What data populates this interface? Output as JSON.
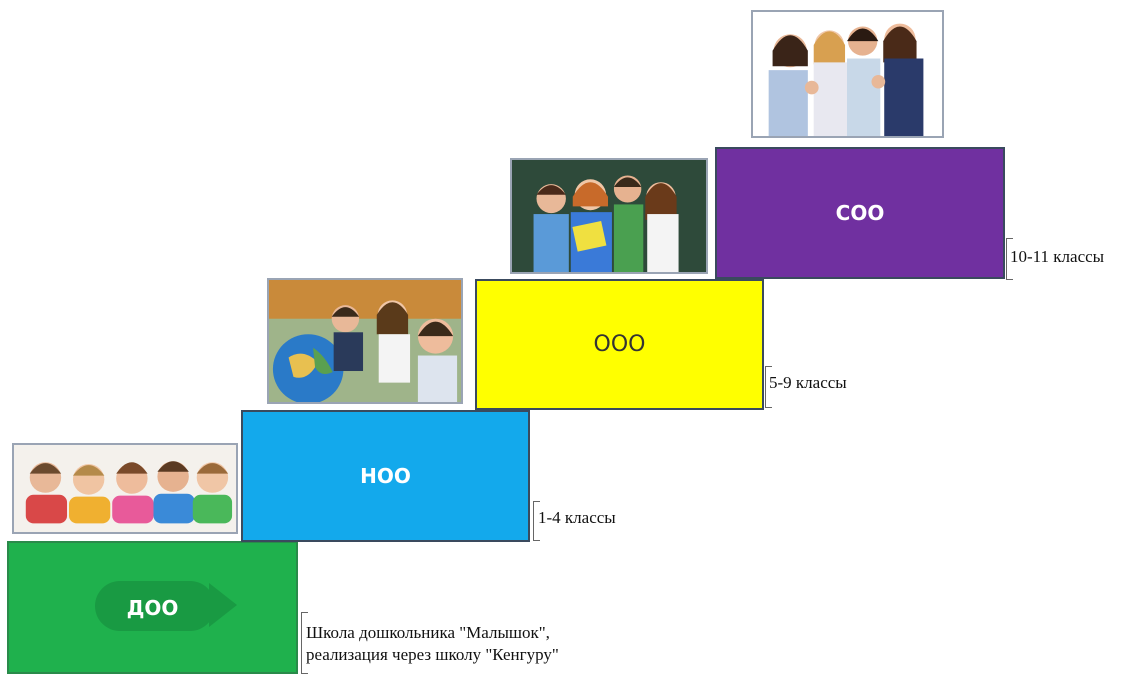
{
  "steps": {
    "doo": {
      "label": "ДОО",
      "color": "#1fb14d"
    },
    "noo": {
      "label": "НОО",
      "color": "#13a9ec"
    },
    "ooo": {
      "label": "ООО",
      "color": "#ffff00"
    },
    "soo": {
      "label": "СОО",
      "color": "#7030a0"
    }
  },
  "notes": {
    "doo_line1": "Школа дошкольника \"Малышок\",",
    "doo_line2": "реализация через школу \"Кенгуру\"",
    "noo": "1-4 классы",
    "ooo": "5-9 классы",
    "soo": "10-11 классы"
  },
  "photos": {
    "preschool": "preschool-children-photo",
    "primary": "primary-pupils-with-globe-photo",
    "middle": "middle-school-students-photo",
    "senior": "senior-students-thumbs-up-photo"
  }
}
